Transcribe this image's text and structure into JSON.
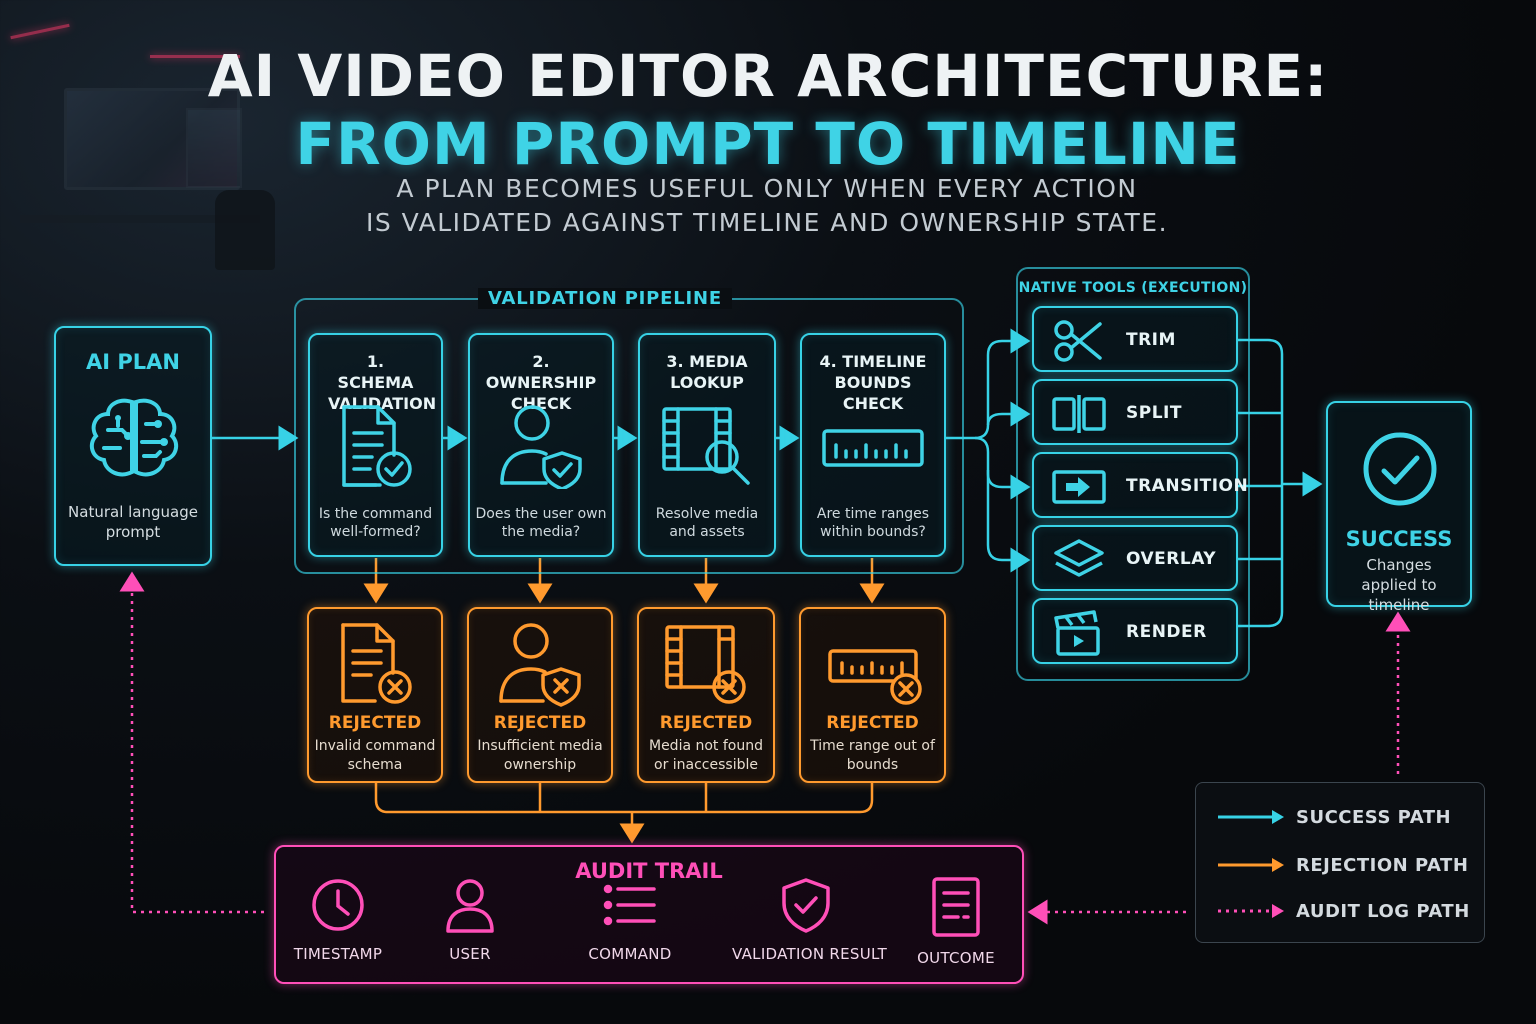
{
  "title_line1": "AI VIDEO EDITOR ARCHITECTURE:",
  "title_line2": "FROM PROMPT TO TIMELINE",
  "subtitle_line1": "A PLAN BECOMES USEFUL ONLY WHEN EVERY ACTION",
  "subtitle_line2": "IS VALIDATED AGAINST TIMELINE AND OWNERSHIP STATE.",
  "ai_plan": {
    "title": "AI PLAN",
    "desc": "Natural language prompt",
    "icon": "brain-circuit-icon"
  },
  "pipeline": {
    "label": "VALIDATION PIPELINE",
    "stages": [
      {
        "title": "1. SCHEMA VALIDATION",
        "desc": "Is the command well-formed?",
        "icon": "document-check-icon"
      },
      {
        "title": "2. OWNERSHIP CHECK",
        "desc": "Does the user own the media?",
        "icon": "user-shield-icon"
      },
      {
        "title": "3. MEDIA LOOKUP",
        "desc": "Resolve media and assets",
        "icon": "film-search-icon"
      },
      {
        "title": "4. TIMELINE BOUNDS CHECK",
        "desc": "Are time ranges within bounds?",
        "icon": "ruler-icon"
      }
    ]
  },
  "rejections": [
    {
      "title": "REJECTED",
      "desc": "Invalid command schema"
    },
    {
      "title": "REJECTED",
      "desc": "Insufficient media ownership"
    },
    {
      "title": "REJECTED",
      "desc": "Media not found or inaccessible"
    },
    {
      "title": "REJECTED",
      "desc": "Time range out of bounds"
    }
  ],
  "tools": {
    "label": "NATIVE TOOLS (EXECUTION)",
    "items": [
      {
        "label": "TRIM",
        "icon": "scissors-icon"
      },
      {
        "label": "SPLIT",
        "icon": "split-icon"
      },
      {
        "label": "TRANSITION",
        "icon": "transition-icon"
      },
      {
        "label": "OVERLAY",
        "icon": "layers-icon"
      },
      {
        "label": "RENDER",
        "icon": "clapperboard-icon"
      }
    ]
  },
  "success": {
    "title": "SUCCESS",
    "desc": "Changes applied to timeline"
  },
  "audit": {
    "title": "AUDIT TRAIL",
    "items": [
      {
        "label": "TIMESTAMP",
        "icon": "clock-icon"
      },
      {
        "label": "USER",
        "icon": "user-icon"
      },
      {
        "label": "COMMAND",
        "icon": "list-icon"
      },
      {
        "label": "VALIDATION RESULT",
        "icon": "shield-check-icon"
      },
      {
        "label": "OUTCOME",
        "icon": "document-icon"
      }
    ]
  },
  "legend": {
    "success": "SUCCESS PATH",
    "rejection": "REJECTION PATH",
    "audit": "AUDIT LOG PATH"
  },
  "colors": {
    "cyan": "#37d2e6",
    "orange": "#ff9a2e",
    "pink": "#ff4fb8"
  }
}
